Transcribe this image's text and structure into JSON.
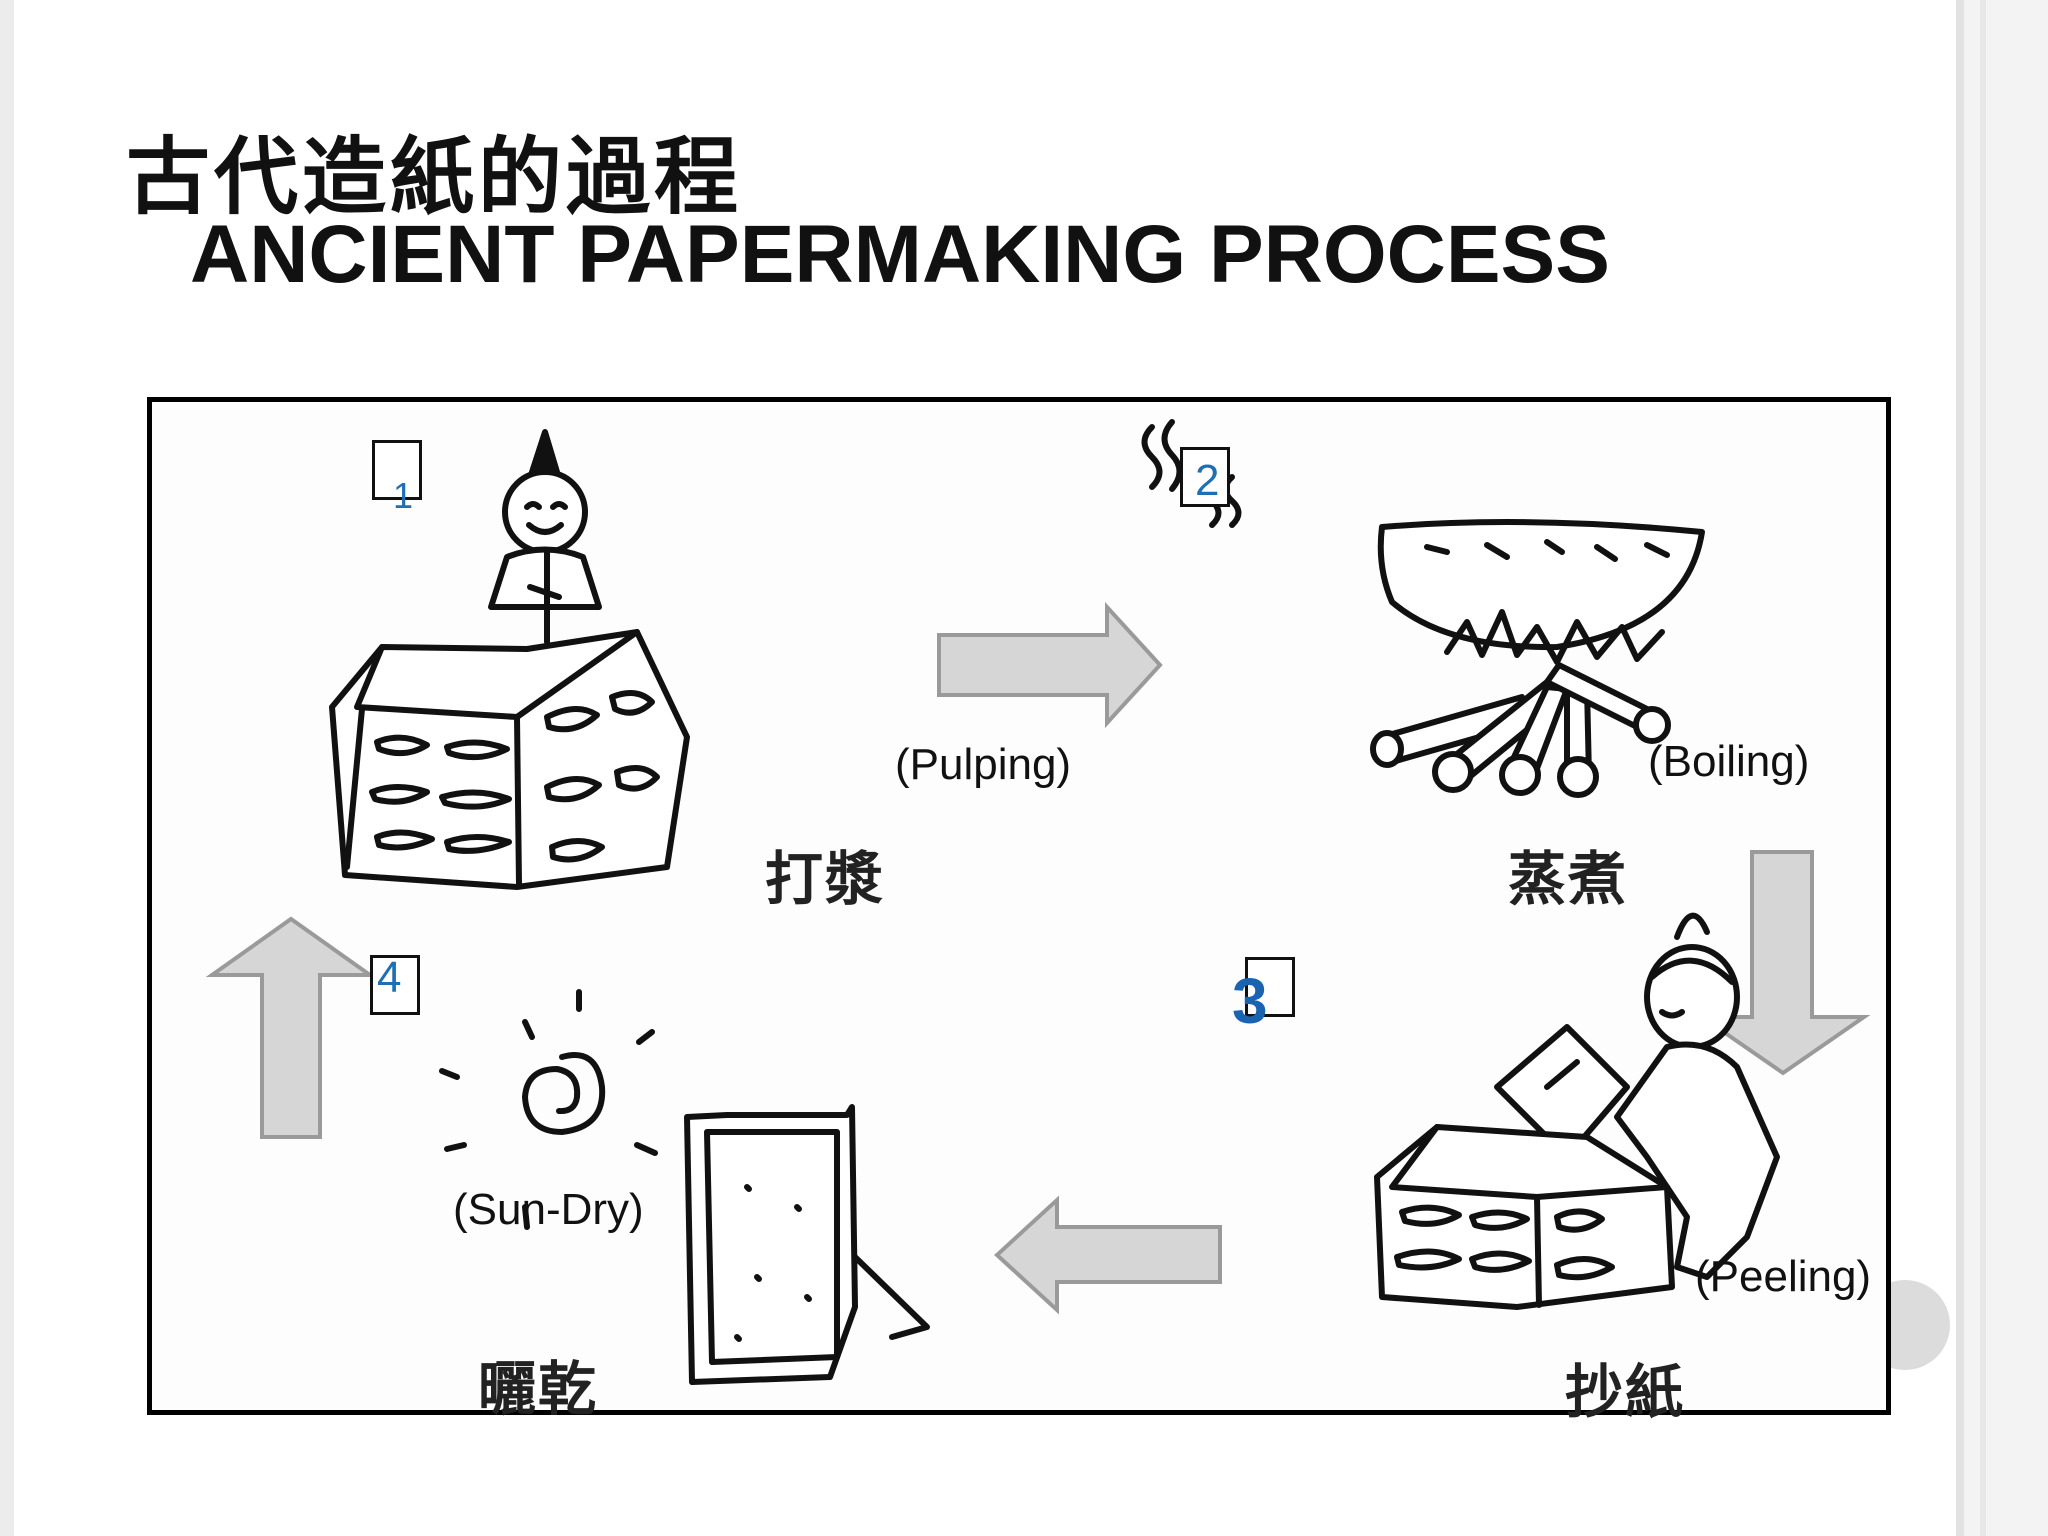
{
  "title": {
    "chinese": "古代造紙的過程",
    "english": "ANCIENT PAPERMAKING PROCESS"
  },
  "steps": [
    {
      "number": "1",
      "chinese": "打漿",
      "english": "(Pulping)"
    },
    {
      "number": "2",
      "chinese": "蒸煮",
      "english": "(Boiling)"
    },
    {
      "number": "3",
      "chinese": "抄紙",
      "english": "(Peeling)"
    },
    {
      "number": "4",
      "chinese": "曬乾",
      "english": "(Sun-Dry)"
    }
  ],
  "colors": {
    "step_number": "#1f6fb5",
    "arrow_fill": "#d6d6d6",
    "arrow_stroke": "#9a9a9a",
    "frame": "#000000"
  },
  "icons": [
    "worker-pulping-icon",
    "boiling-pot-icon",
    "worker-papermaking-icon",
    "sun-icon",
    "drying-frame-icon"
  ]
}
